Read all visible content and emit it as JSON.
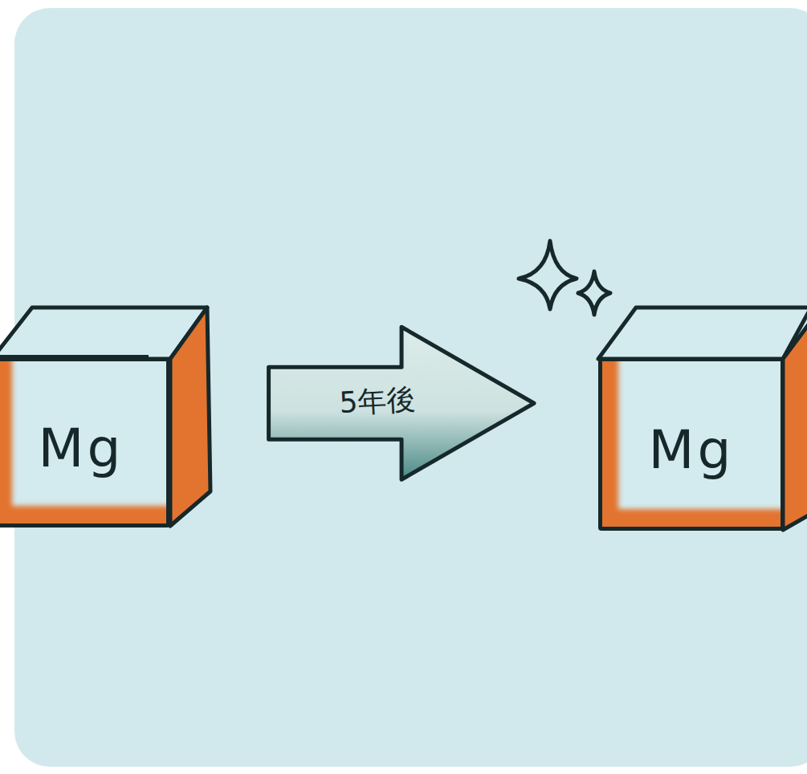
{
  "diagram": {
    "nodes": [
      {
        "text": [
          "Mg"
        ]
      },
      {
        "text": [
          "Mg"
        ]
      }
    ],
    "edges": [
      {
        "from": 0,
        "to": 1,
        "arrow": "to",
        "label": "5年後"
      }
    ]
  }
}
